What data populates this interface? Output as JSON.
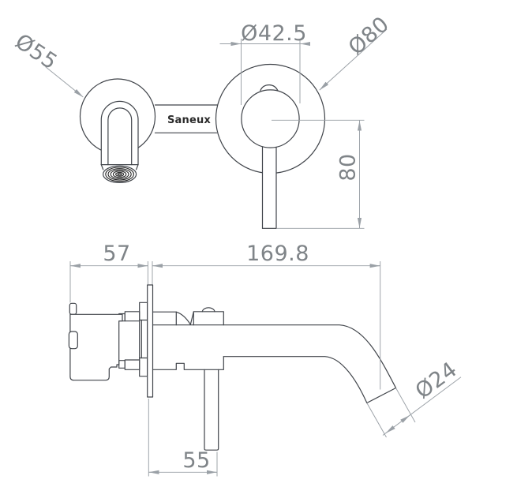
{
  "drawing": {
    "brand": "Saneux",
    "line_colors": {
      "geometry": "#40444a",
      "dimensions": "#9aa0a6",
      "dimension_text": "#7f8488",
      "brand_text": "#2b2b2b",
      "background": "#ffffff"
    },
    "front_view": {
      "spout_flange_diameter": "Ø55",
      "trim_inner_diameter": "Ø42.5",
      "backplate_diameter": "Ø80",
      "handle_length_below_centre": "80"
    },
    "side_view": {
      "wall_depth": "57",
      "spout_projection": "169.8",
      "spout_tube_diameter": "Ø24",
      "handle_projection": "55"
    }
  }
}
